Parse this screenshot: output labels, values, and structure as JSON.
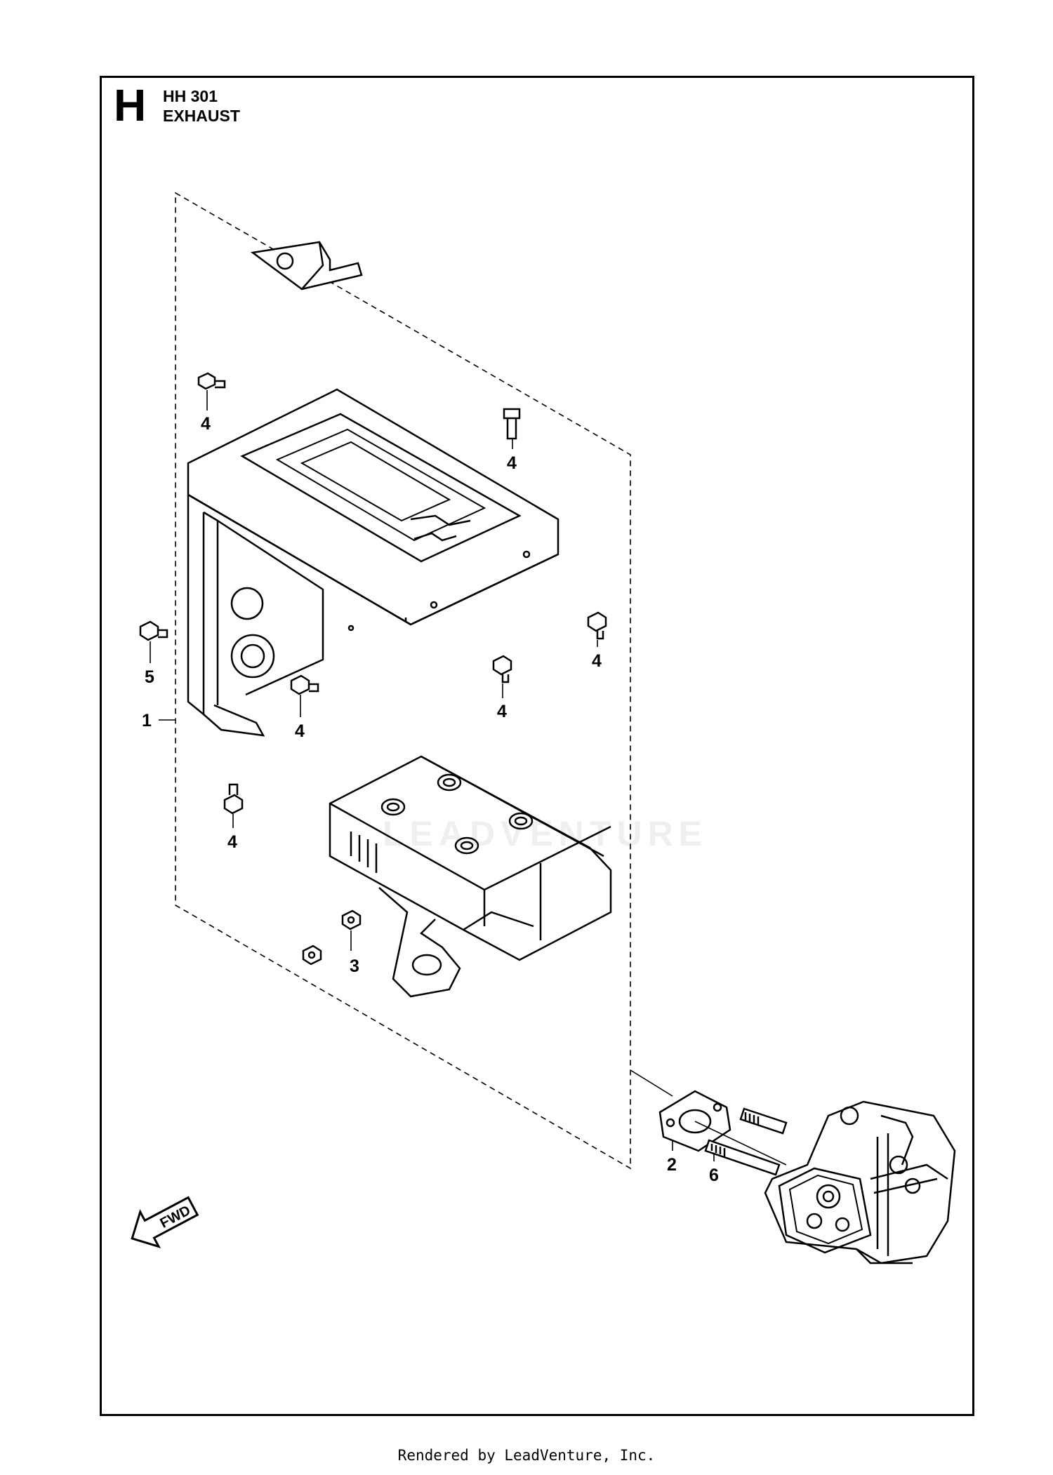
{
  "header": {
    "letter": "H",
    "code": "HH 301",
    "title": "EXHAUST"
  },
  "callouts": [
    {
      "id": "c4a",
      "label": "4"
    },
    {
      "id": "c4b",
      "label": "4"
    },
    {
      "id": "c5",
      "label": "5"
    },
    {
      "id": "c4c",
      "label": "4"
    },
    {
      "id": "c4d",
      "label": "4"
    },
    {
      "id": "c4e",
      "label": "4"
    },
    {
      "id": "c1",
      "label": "1"
    },
    {
      "id": "c4f",
      "label": "4"
    },
    {
      "id": "c3",
      "label": "3"
    },
    {
      "id": "c2",
      "label": "2"
    },
    {
      "id": "c6",
      "label": "6"
    }
  ],
  "fwd_label": "FWD",
  "watermark": "LEADVENTURE",
  "footer": "Rendered by LeadVenture, Inc."
}
